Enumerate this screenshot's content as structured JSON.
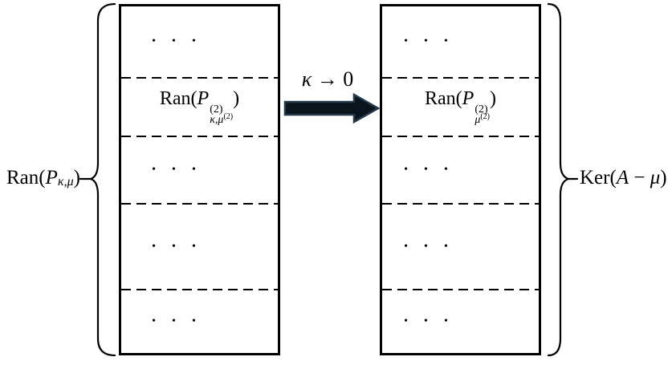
{
  "colors": {
    "ink": "#000000",
    "arrow_fill": "#0a141d",
    "arrow_outline": "#23384a",
    "background": "#ffffff"
  },
  "left_annotation": {
    "prefix": "Ran(",
    "variable": "P",
    "subscript": "κ,μ",
    "suffix": ")"
  },
  "right_annotation": {
    "prefix": "Ker(",
    "operand_a": "A",
    "operator": " − ",
    "operand_b": "μ",
    "suffix": ")"
  },
  "arrow": {
    "label_kappa": "κ",
    "label_rest": " → 0"
  },
  "left_matrix": {
    "sections": [
      {
        "kind": "dots",
        "text": "•••"
      },
      {
        "kind": "formula",
        "prefix": "Ran(",
        "base": "P",
        "superscript": "(2)",
        "subscript": "κ,μ",
        "subscript_superscript": "(2)",
        "suffix": ")"
      },
      {
        "kind": "dots",
        "text": "•••"
      },
      {
        "kind": "dots",
        "text": "•••"
      },
      {
        "kind": "dots",
        "text": "•••"
      }
    ]
  },
  "right_matrix": {
    "sections": [
      {
        "kind": "dots",
        "text": "•••"
      },
      {
        "kind": "formula",
        "prefix": "Ran(",
        "base": "P",
        "superscript": "(2)",
        "subscript": "μ",
        "subscript_superscript": "(2)",
        "suffix": ")"
      },
      {
        "kind": "dots",
        "text": "•••"
      },
      {
        "kind": "dots",
        "text": "•••"
      },
      {
        "kind": "dots",
        "text": "•••"
      }
    ]
  }
}
